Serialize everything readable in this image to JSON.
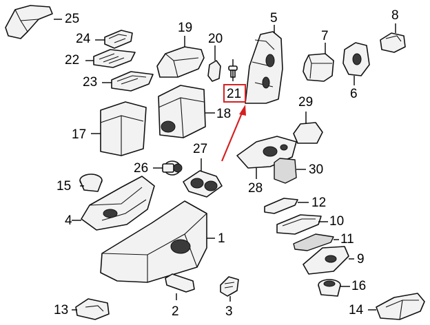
{
  "diagram": {
    "callouts": [
      {
        "id": "25",
        "label": "25"
      },
      {
        "id": "24",
        "label": "24"
      },
      {
        "id": "22",
        "label": "22"
      },
      {
        "id": "23",
        "label": "23"
      },
      {
        "id": "19",
        "label": "19"
      },
      {
        "id": "20",
        "label": "20"
      },
      {
        "id": "21",
        "label": "21"
      },
      {
        "id": "5",
        "label": "5"
      },
      {
        "id": "7",
        "label": "7"
      },
      {
        "id": "8",
        "label": "8"
      },
      {
        "id": "6",
        "label": "6"
      },
      {
        "id": "17",
        "label": "17"
      },
      {
        "id": "18",
        "label": "18"
      },
      {
        "id": "29",
        "label": "29"
      },
      {
        "id": "27",
        "label": "27"
      },
      {
        "id": "26",
        "label": "26"
      },
      {
        "id": "28",
        "label": "28"
      },
      {
        "id": "30",
        "label": "30"
      },
      {
        "id": "15",
        "label": "15"
      },
      {
        "id": "12",
        "label": "12"
      },
      {
        "id": "4",
        "label": "4"
      },
      {
        "id": "10",
        "label": "10"
      },
      {
        "id": "1",
        "label": "1"
      },
      {
        "id": "11",
        "label": "11"
      },
      {
        "id": "9",
        "label": "9"
      },
      {
        "id": "16",
        "label": "16"
      },
      {
        "id": "13",
        "label": "13"
      },
      {
        "id": "2",
        "label": "2"
      },
      {
        "id": "3",
        "label": "3"
      },
      {
        "id": "14",
        "label": "14"
      }
    ],
    "highlighted_callout": "21",
    "highlight_color": "#d62020"
  }
}
